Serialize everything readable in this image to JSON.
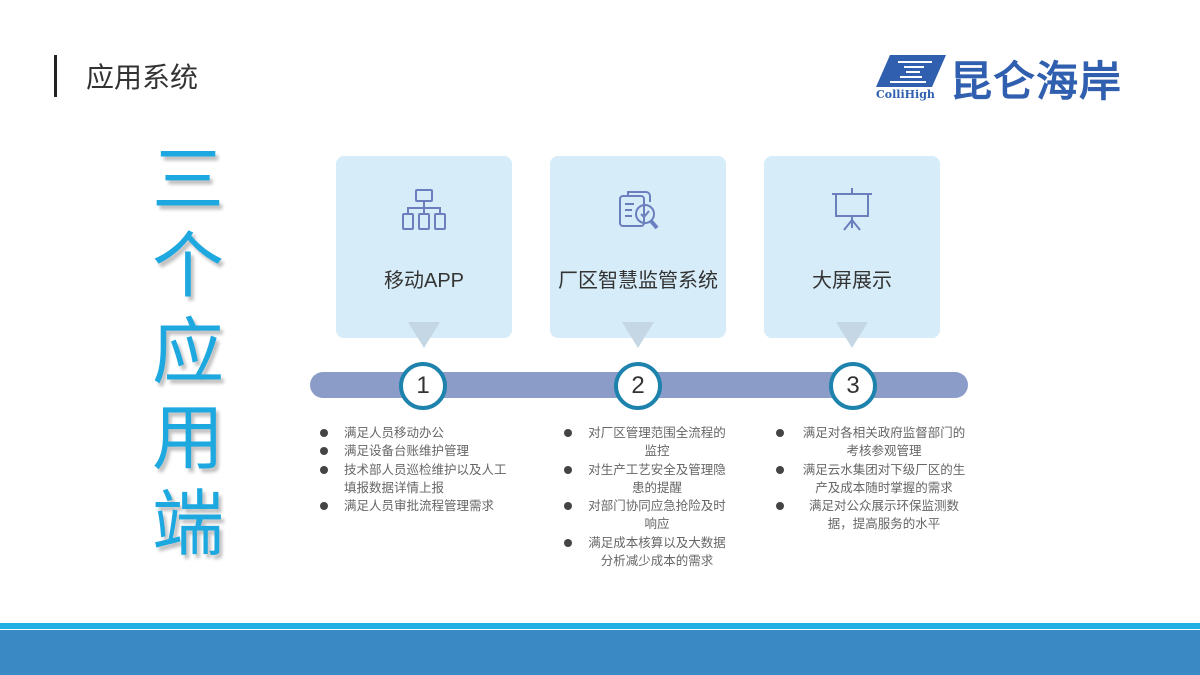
{
  "header": {
    "title": "应用系统"
  },
  "logo": {
    "name": "昆仑海岸",
    "en": "ColliHigh"
  },
  "side_title": [
    "三",
    "个",
    "应",
    "用",
    "端"
  ],
  "cards": [
    {
      "label": "移动APP",
      "icon": "network-devices-icon",
      "number": "1",
      "items": [
        "满足人员移动办公",
        "满足设备台账维护管理",
        "技术部人员巡检维护以及人工填报数据详情上报",
        "满足人员审批流程管理需求"
      ]
    },
    {
      "label": "厂区智慧监管系统",
      "icon": "document-check-search-icon",
      "number": "2",
      "items": [
        "对厂区管理范围全流程的监控",
        "对生产工艺安全及管理隐患的提醒",
        "对部门协同应急抢险及时响应",
        "满足成本核算以及大数据分析减少成本的需求"
      ]
    },
    {
      "label": "大屏展示",
      "icon": "presentation-board-icon",
      "number": "3",
      "items": [
        "满足对各相关政府监督部门的考核参观管理",
        "满足云水集团对下级厂区的生产及成本随时掌握的需求",
        "满足对公众展示环保监测数据，提高服务的水平"
      ]
    }
  ]
}
